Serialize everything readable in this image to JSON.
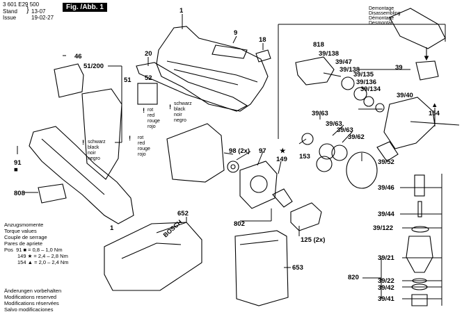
{
  "header": {
    "doc_number": "3 601 E29 500",
    "stand_label": "Stand",
    "issue_label": "Issue",
    "date1": "13-07",
    "date2": "19-02-27",
    "figure_label": "Fig. /Abb. 1"
  },
  "torque": {
    "lines": [
      "Anzugsmomente",
      "Torque values",
      "Couple de serrage",
      "Pares de apriete"
    ],
    "pos_label": "Pos",
    "rows": [
      {
        "pos": "91",
        "value": "0,8 – 1,0 Nm"
      },
      {
        "pos": "149",
        "value": "2,4 – 2,8 Nm"
      },
      {
        "pos": "154",
        "value": "2,0 – 2,4 Nm"
      }
    ]
  },
  "changes": {
    "lines": [
      "Änderungen vorbehalten",
      "Modifications reserved",
      "Modifications réservées",
      "Salvo modificaciones"
    ]
  },
  "wire_red": [
    "rot",
    "red",
    "rouge",
    "rojo"
  ],
  "wire_black": [
    "schwarz",
    "black",
    "noir",
    "negro"
  ],
  "demontage": [
    "Demontage",
    "Disassembling",
    "Démontage",
    "Desmontar"
  ],
  "brand": "BOSCH",
  "parts": {
    "p1a": "1",
    "p1b": "1",
    "p9": "9",
    "p18": "18",
    "p20": "20",
    "p46": "46",
    "p51_200": "51/200",
    "p51": "51",
    "p52": "52",
    "p91": "91",
    "p808": "808",
    "p652": "652",
    "p653": "653",
    "p98": "98 (2x)",
    "p97": "97",
    "p149": "149",
    "p802": "802",
    "p125": "125 (2x)",
    "p153": "153",
    "p818": "818",
    "p39_138a": "39/138",
    "p39_47": "39/47",
    "p39_138b": "39/138",
    "p39_135": "39/135",
    "p39_136": "39/136",
    "p39_134": "39/134",
    "p39": "39",
    "p39_40": "39/40",
    "p154": "154",
    "p39_63a": "39/63",
    "p39_63b": "39/63",
    "p39_63c": "39/63",
    "p39_62": "39/62",
    "p39_52": "39/52",
    "p39_46": "39/46",
    "p39_44": "39/44",
    "p39_122": "39/122",
    "p39_21": "39/21",
    "p820": "820",
    "p39_22": "39/22",
    "p39_42": "39/42",
    "p39_41": "39/41"
  }
}
